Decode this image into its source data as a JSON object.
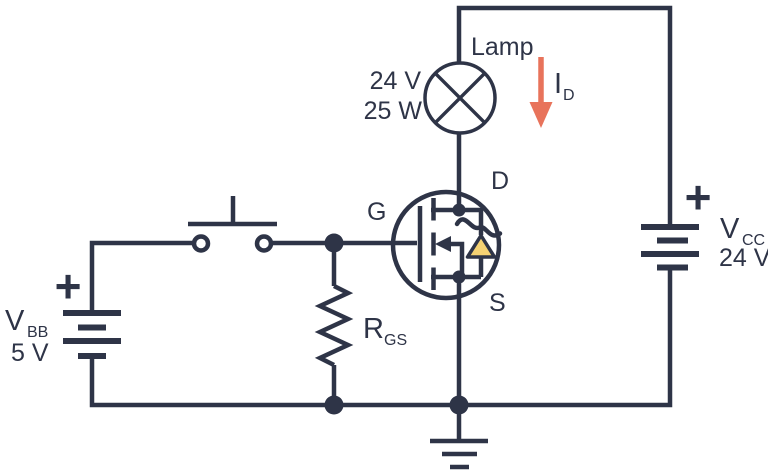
{
  "colors": {
    "wire": "#2E3447",
    "arrow": "#E8735B",
    "diode": "#F5D273",
    "bg": "#FFFFFF"
  },
  "lamp": {
    "label": "Lamp",
    "voltage": "24 V",
    "power": "25 W"
  },
  "current": {
    "symbol": "I",
    "subscript": "D"
  },
  "mosfet": {
    "gate_label": "G",
    "drain_label": "D",
    "source_label": "S"
  },
  "resistor": {
    "symbol": "R",
    "subscript": "GS"
  },
  "battery_left": {
    "symbol": "V",
    "subscript": "BB",
    "value": "5 V",
    "polarity": "+"
  },
  "battery_right": {
    "symbol": "V",
    "subscript": "CC",
    "value": "24 V",
    "polarity": "+"
  }
}
